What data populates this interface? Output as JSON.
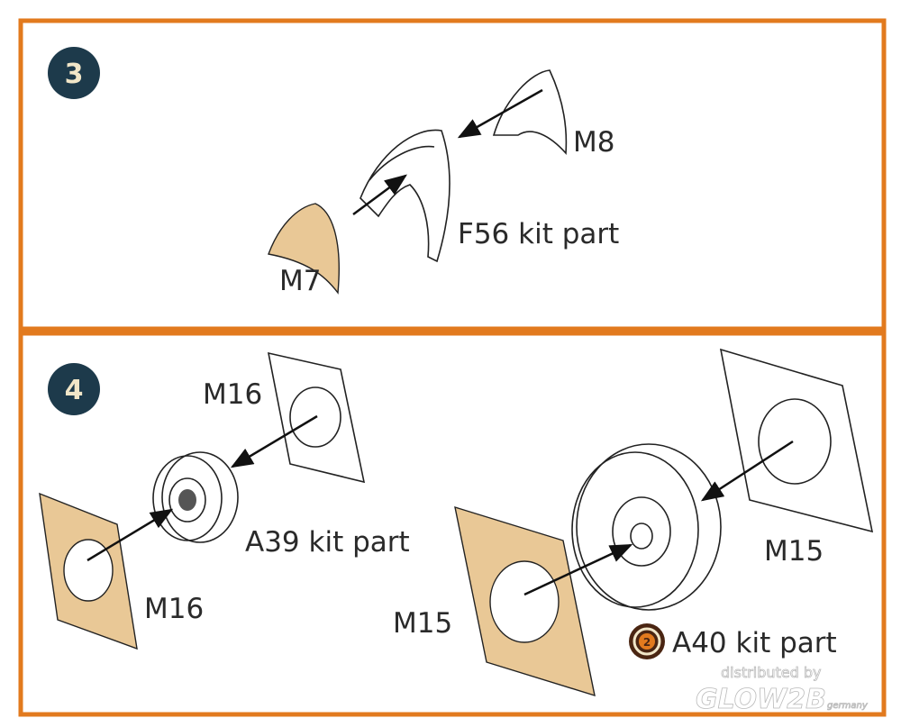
{
  "colors": {
    "frame": "#e27a1e",
    "step_badge": "#1d3a4b",
    "step_number": "#f1e6c8",
    "mask": "#e9c896"
  },
  "step3": {
    "number": "3",
    "labels": {
      "m8": "M8",
      "f56": "F56 kit part",
      "m7": "M7"
    }
  },
  "step4": {
    "number": "4",
    "labels": {
      "m16_top": "M16",
      "a39": "A39 kit part",
      "m16_bottom": "M16",
      "m15_right": "M15",
      "m15_left": "M15",
      "a40": "A40 kit part"
    },
    "icon": "repeat-2x-icon",
    "icon_text": "2"
  },
  "watermark": {
    "line1": "distributed by",
    "line2": "GLOW2B",
    "line3": "germany"
  }
}
